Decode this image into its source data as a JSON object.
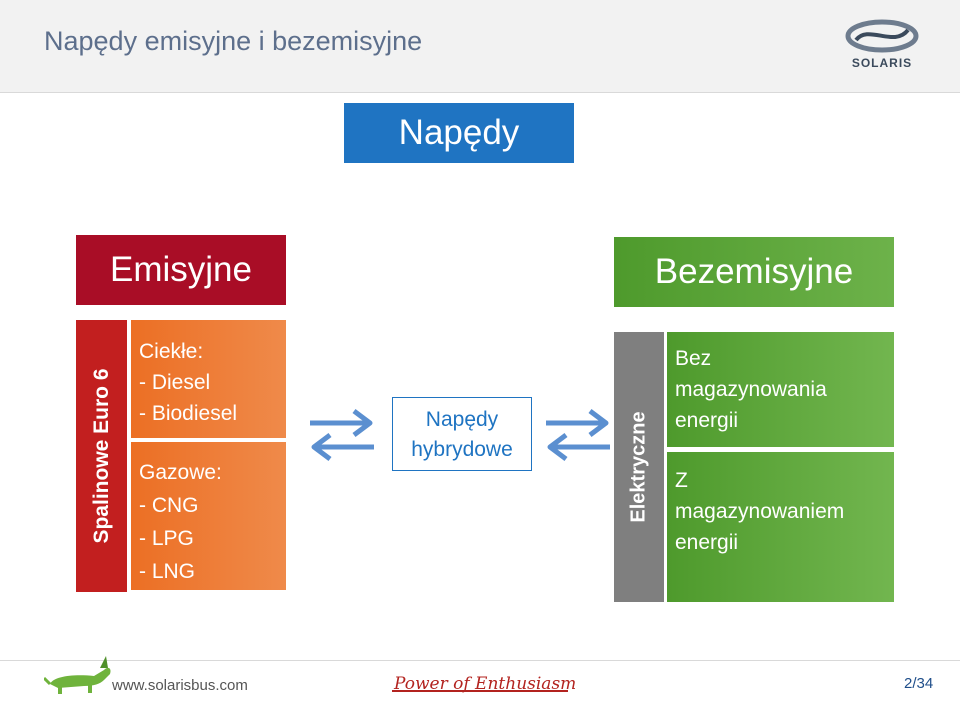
{
  "slide": {
    "title": "Napędy emisyjne i bezemisyjne"
  },
  "logo": {
    "brand": "SOLARIS"
  },
  "diagram": {
    "root": "Napędy",
    "emission": {
      "label": "Emisyjne",
      "vertical_label": "Spalinowe Euro 6",
      "liquid": {
        "heading": "Ciekłe:",
        "items": [
          "- Diesel",
          "- Biodiesel"
        ]
      },
      "gas": {
        "heading": "Gazowe:",
        "items": [
          "- CNG",
          "- LPG",
          "- LNG"
        ]
      }
    },
    "hybrid": {
      "line1": "Napędy",
      "line2": "hybrydowe"
    },
    "zero_emission": {
      "label": "Bezemisyjne",
      "vertical_label": "Elektryczne",
      "without_storage": {
        "lines": [
          "Bez",
          "magazynowania",
          "energii"
        ]
      },
      "with_storage": {
        "lines": [
          "Z",
          "magazynowaniem",
          "energii"
        ]
      }
    },
    "colors": {
      "root": "#1f74c2",
      "emission": "#a90d26",
      "combustion": "#c21f1f",
      "fuels": "#ec6f24",
      "zero_emission": "#5ba53a",
      "electric": "#7f7f7f",
      "arrows": "#5b8fd0"
    }
  },
  "footer": {
    "website": "www.solarisbus.com",
    "slogan": "Power of Enthusiasm",
    "page": "2/34"
  }
}
